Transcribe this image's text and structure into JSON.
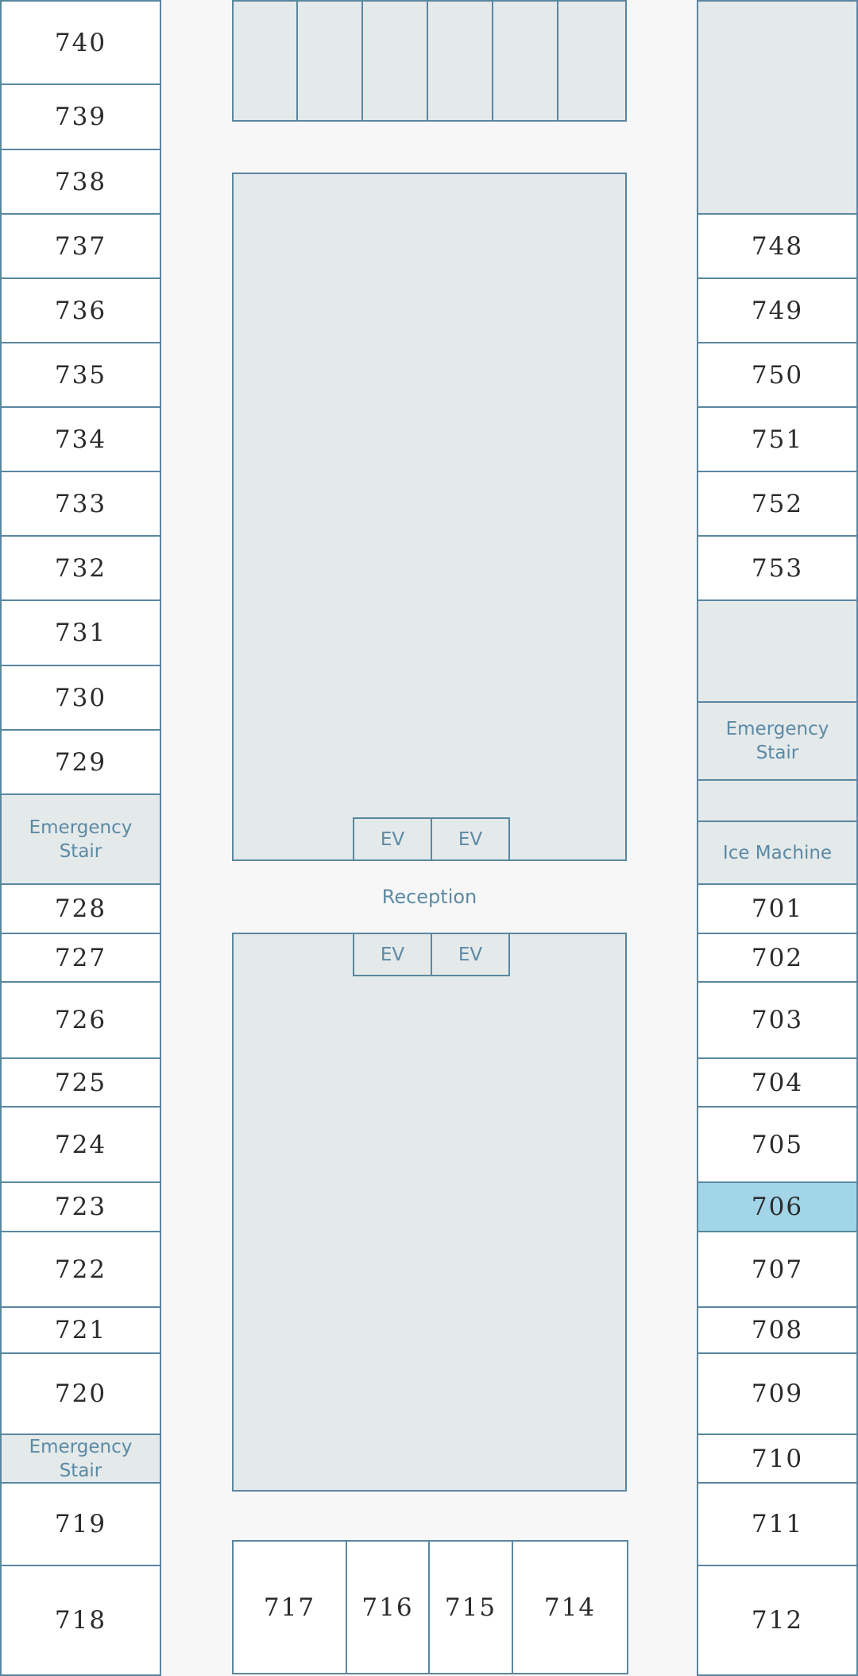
{
  "floor_map": {
    "left_rooms": [
      {
        "label": "740",
        "type": "room"
      },
      {
        "label": "739",
        "type": "room"
      },
      {
        "label": "738",
        "type": "room"
      },
      {
        "label": "737",
        "type": "room"
      },
      {
        "label": "736",
        "type": "room"
      },
      {
        "label": "735",
        "type": "room"
      },
      {
        "label": "734",
        "type": "room"
      },
      {
        "label": "733",
        "type": "room"
      },
      {
        "label": "732",
        "type": "room"
      },
      {
        "label": "731",
        "type": "room"
      },
      {
        "label": "730",
        "type": "room"
      },
      {
        "label": "729",
        "type": "room"
      },
      {
        "label": "Emergency Stair",
        "type": "facility"
      },
      {
        "label": "728",
        "type": "room"
      },
      {
        "label": "727",
        "type": "room"
      },
      {
        "label": "726",
        "type": "room"
      },
      {
        "label": "725",
        "type": "room"
      },
      {
        "label": "724",
        "type": "room"
      },
      {
        "label": "723",
        "type": "room"
      },
      {
        "label": "722",
        "type": "room"
      },
      {
        "label": "721",
        "type": "room"
      },
      {
        "label": "720",
        "type": "room"
      },
      {
        "label": "Emergency Stair",
        "type": "facility"
      },
      {
        "label": "719",
        "type": "room"
      },
      {
        "label": "718",
        "type": "room"
      }
    ],
    "right_rooms": [
      {
        "label": "",
        "type": "block"
      },
      {
        "label": "748",
        "type": "room"
      },
      {
        "label": "749",
        "type": "room"
      },
      {
        "label": "750",
        "type": "room"
      },
      {
        "label": "751",
        "type": "room"
      },
      {
        "label": "752",
        "type": "room"
      },
      {
        "label": "753",
        "type": "room"
      },
      {
        "label": "",
        "type": "block"
      },
      {
        "label": "Emergency Stair",
        "type": "facility"
      },
      {
        "label": "",
        "type": "block"
      },
      {
        "label": "Ice Machine",
        "type": "facility"
      },
      {
        "label": "701",
        "type": "room"
      },
      {
        "label": "702",
        "type": "room"
      },
      {
        "label": "703",
        "type": "room"
      },
      {
        "label": "704",
        "type": "room"
      },
      {
        "label": "705",
        "type": "room"
      },
      {
        "label": "706",
        "type": "room",
        "selected": true
      },
      {
        "label": "707",
        "type": "room"
      },
      {
        "label": "708",
        "type": "room"
      },
      {
        "label": "709",
        "type": "room"
      },
      {
        "label": "710",
        "type": "room"
      },
      {
        "label": "711",
        "type": "room"
      },
      {
        "label": "712",
        "type": "room"
      }
    ],
    "bottom_rooms": [
      {
        "label": "717",
        "type": "room"
      },
      {
        "label": "716",
        "type": "room"
      },
      {
        "label": "715",
        "type": "room"
      },
      {
        "label": "714",
        "type": "room"
      }
    ],
    "upper_elevators": [
      "EV",
      "EV"
    ],
    "lower_elevators": [
      "EV",
      "EV"
    ],
    "reception_label": "Reception",
    "colors": {
      "wall": "#5a87a0",
      "room_fill": "#ffffff",
      "block_fill": "#e4e9ea",
      "corridor": "#f7f7f7",
      "selected_room": "#a2d5e8",
      "facility_text": "#5b8aa5",
      "room_text": "#2b2b2b"
    }
  }
}
